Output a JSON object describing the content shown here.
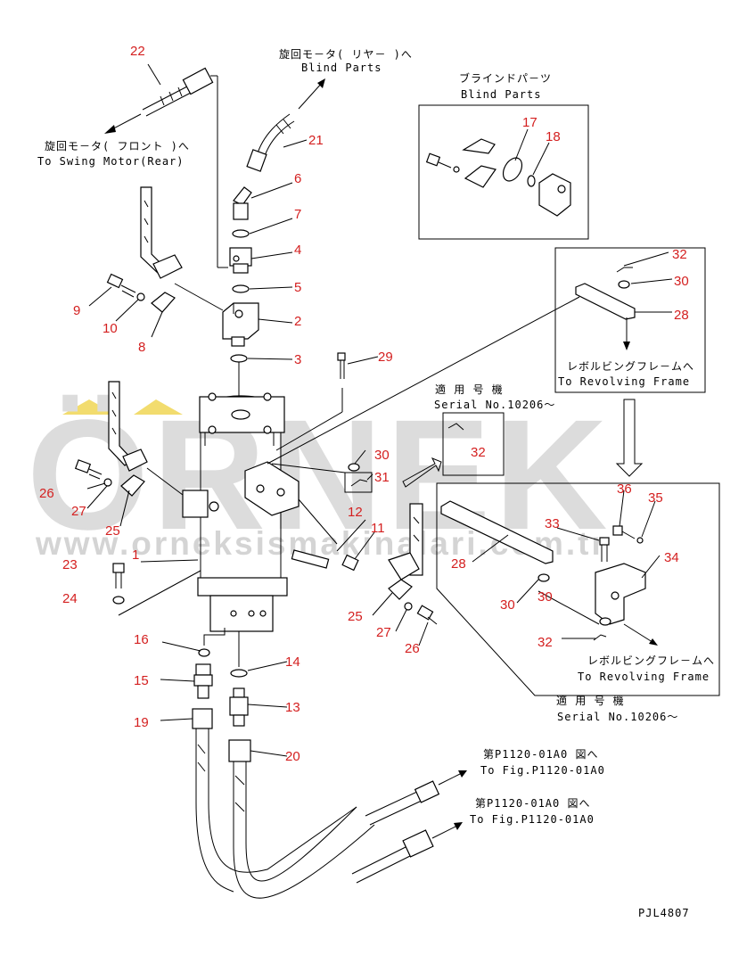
{
  "watermark": {
    "logo": "ÖRNEK",
    "url": "www.orneksismakinalari.com.tr",
    "color": "#d9d9d9",
    "accent": "#f2dc6e"
  },
  "labels": {
    "swing_rear_jp": "旋回モ－タ( リヤ－ )へ",
    "swing_rear_en": "Blind Parts",
    "swing_front_jp": "旋回モ－タ( フロント )へ",
    "swing_front_en": "To Swing Motor(Rear)",
    "blind_jp": "ブラインドパ－ツ",
    "blind_en": "Blind Parts",
    "revolving_jp_1": "レボルビングフレ－ムへ",
    "revolving_en_1": "To Revolving Frame",
    "applicable_jp_1": "適 用 号 機",
    "serial_1": "Serial No.10206～",
    "revolving_jp_2": "レボルビングフレ－ムへ",
    "revolving_en_2": "To Revolving Frame",
    "applicable_jp_2": "適 用 号 機",
    "serial_2": "Serial No.10206～",
    "fig_jp_1": "第P1120-01A0 図へ",
    "fig_en_1": "To Fig.P1120-01A0",
    "fig_jp_2": "第P1120-01A0 図へ",
    "fig_en_2": "To Fig.P1120-01A0",
    "drawing_no": "PJL4807"
  },
  "part_numbers": [
    "1",
    "2",
    "3",
    "4",
    "5",
    "6",
    "7",
    "8",
    "9",
    "10",
    "11",
    "12",
    "13",
    "14",
    "15",
    "16",
    "17",
    "18",
    "19",
    "20",
    "21",
    "22",
    "23",
    "24",
    "25",
    "25",
    "26",
    "26",
    "27",
    "27",
    "28",
    "28",
    "29",
    "30",
    "30",
    "30",
    "31",
    "32",
    "32",
    "32",
    "33",
    "34",
    "35",
    "36"
  ]
}
